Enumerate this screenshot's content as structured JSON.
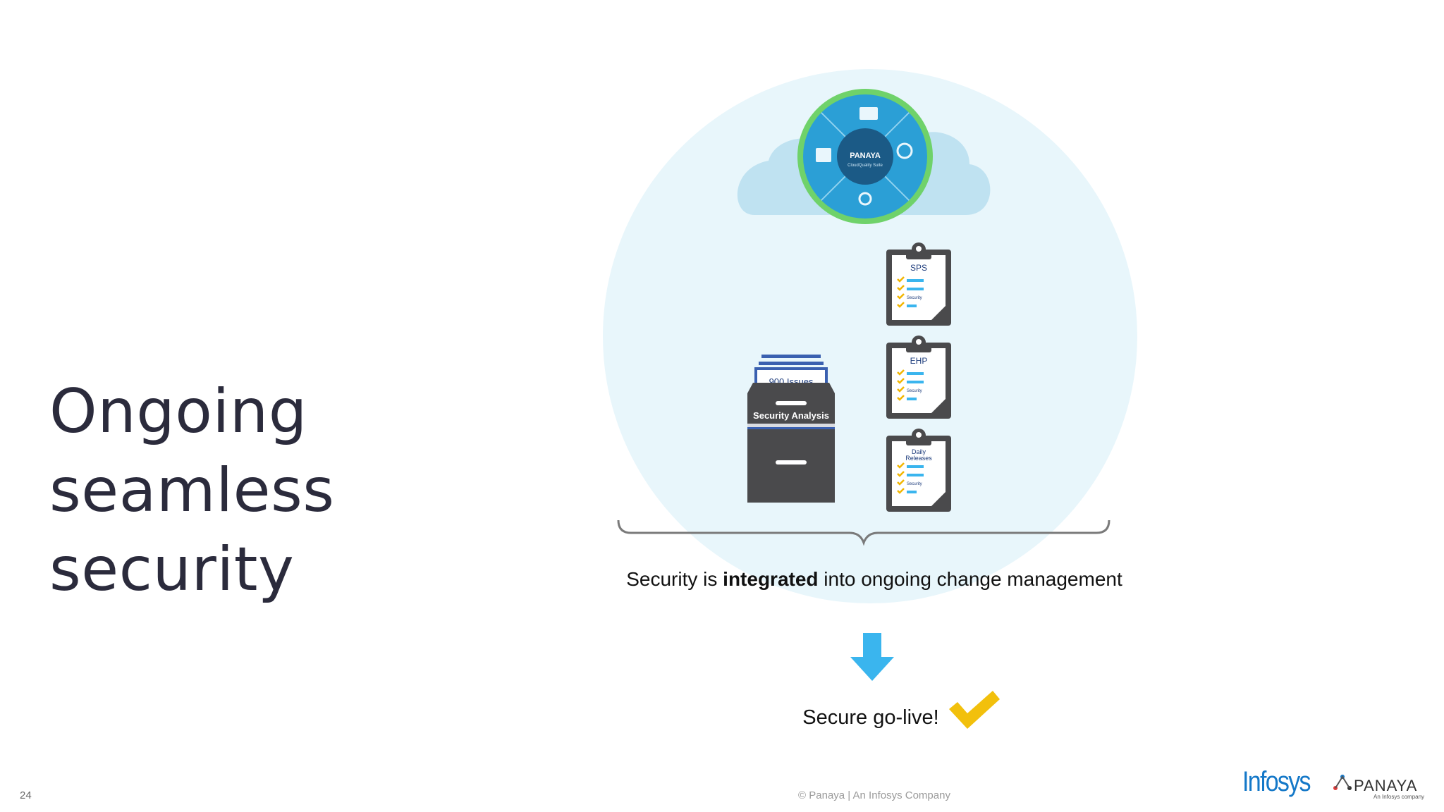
{
  "slide": {
    "title_line1": "Ongoing seamless",
    "title_line2": "security",
    "page_number": "24",
    "footer_text": "© Panaya  |  An Infosys Company"
  },
  "diagram": {
    "cloud_center_label": "PANAYA",
    "cloud_center_sub": "CloudQuality Suite",
    "cabinet_tab_label": "900 Issues",
    "cabinet_label": "Security Analysis",
    "clipboards": [
      {
        "title": "SPS",
        "item": "Security"
      },
      {
        "title": "EHP",
        "item": "Security"
      },
      {
        "title": "Daily Releases",
        "item": "Security"
      }
    ],
    "caption_before": "Security is ",
    "caption_bold": "integrated",
    "caption_after": " into ongoing change management",
    "result_text": "Secure go-live!"
  },
  "logos": {
    "infosys": "Infosys",
    "panaya": "PANAYA",
    "panaya_tagline": "An Infosys company"
  },
  "colors": {
    "title": "#2b2b3c",
    "circle_bg": "#e8f6fb",
    "arrow": "#3ab5ee",
    "check": "#f2c00c",
    "cabinet": "#4a4a4c",
    "infosys_blue": "#1478c8"
  },
  "icons": {
    "arrow": "arrow-down-icon",
    "check": "checkmark-icon",
    "cabinet": "file-cabinet-icon",
    "clipboard": "clipboard-icon",
    "cloud": "cloud-icon"
  }
}
